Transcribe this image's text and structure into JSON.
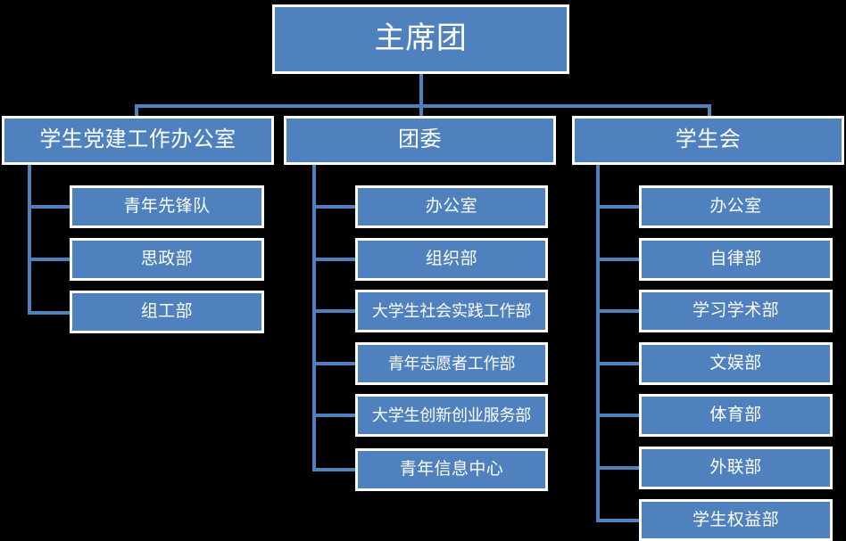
{
  "chart": {
    "title": "主席团",
    "type": "organization-chart",
    "colors": {
      "node_fill": "#4e81bd",
      "node_border": "#ffffff",
      "connector": "#4e81bd",
      "background": "#000000",
      "text": "#ffffff"
    },
    "root": {
      "label": "主席团"
    },
    "branches": [
      {
        "label": "学生党建工作办公室",
        "children": [
          {
            "label": "青年先锋队"
          },
          {
            "label": "思政部"
          },
          {
            "label": "组工部"
          }
        ]
      },
      {
        "label": "团委",
        "children": [
          {
            "label": "办公室"
          },
          {
            "label": "组织部"
          },
          {
            "label": "大学生社会实践工作部"
          },
          {
            "label": "青年志愿者工作部"
          },
          {
            "label": "大学生创新创业服务部"
          },
          {
            "label": "青年信息中心"
          }
        ]
      },
      {
        "label": "学生会",
        "children": [
          {
            "label": "办公室"
          },
          {
            "label": "自律部"
          },
          {
            "label": "学习学术部"
          },
          {
            "label": "文娱部"
          },
          {
            "label": "体育部"
          },
          {
            "label": "外联部"
          },
          {
            "label": "学生权益部"
          }
        ]
      }
    ]
  }
}
